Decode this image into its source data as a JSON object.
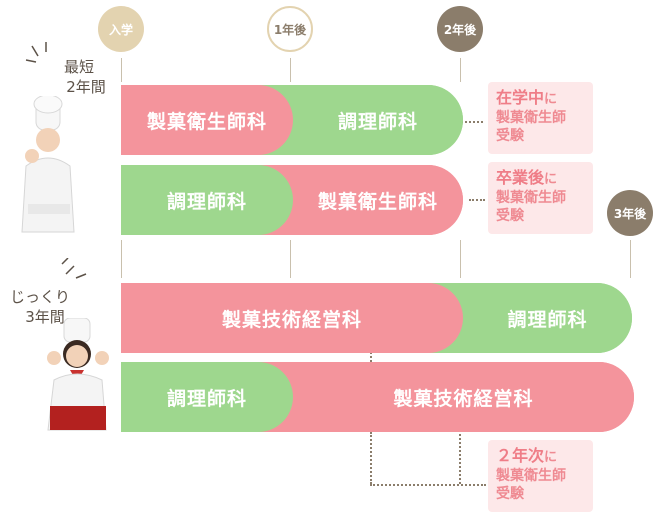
{
  "markers": {
    "entry": "入学",
    "year1": "1年後",
    "year2": "2年後",
    "year3": "3年後"
  },
  "tracks": {
    "short": {
      "line1": "最短",
      "line2": "2年間"
    },
    "long": {
      "line1": "じっくり",
      "line2": "3年間"
    }
  },
  "rows": [
    {
      "first": "製菓衛生師科",
      "second": "調理師科"
    },
    {
      "first": "調理師科",
      "second": "製菓衛生師科"
    },
    {
      "first": "製菓技術経営科",
      "second": "調理師科"
    },
    {
      "first": "調理師科",
      "second": "製菓技術経営科"
    }
  ],
  "notes": {
    "in_school": {
      "head": "在学中",
      "tail": "に",
      "line2": "製菓衛生師",
      "line3": "受験"
    },
    "after_grad": {
      "head": "卒業後",
      "tail": "に",
      "line2": "製菓衛生師",
      "line3": "受験"
    },
    "year2": {
      "head": "２年次",
      "tail": "に",
      "line2": "製菓衛生師",
      "line3": "受験"
    }
  },
  "colors": {
    "pink": "#f4949c",
    "green": "#9ed78e",
    "marker_beige": "#e3d3b0",
    "marker_dark": "#8b7d6b",
    "info_bg": "#fde8e9"
  }
}
